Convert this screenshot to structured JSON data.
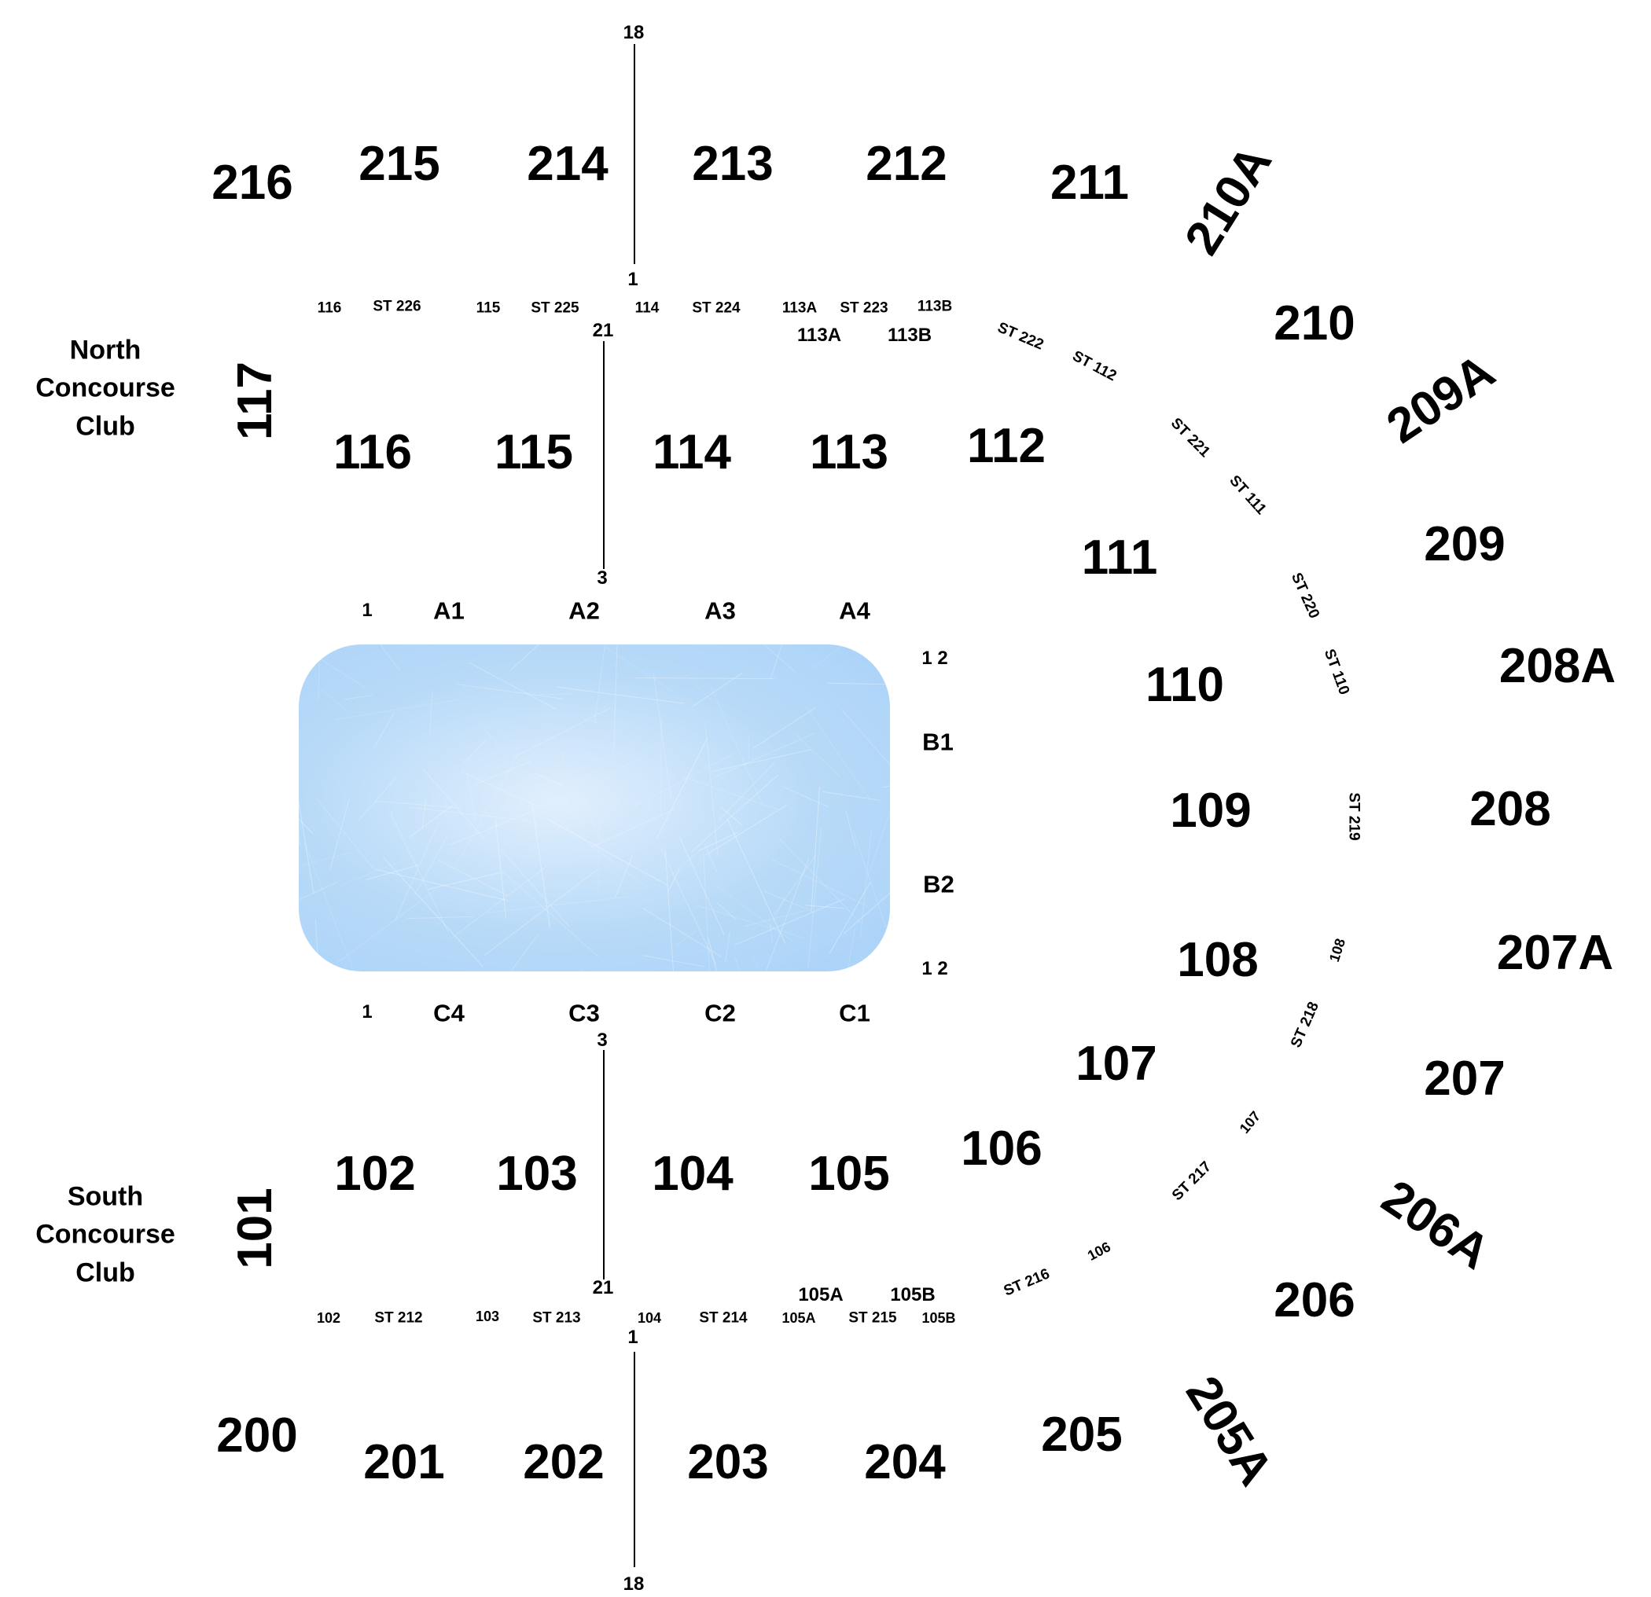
{
  "rink": {
    "name": "ice rink surface"
  },
  "sections": {
    "s216": "216",
    "s215": "215",
    "s214": "214",
    "s213": "213",
    "s212": "212",
    "s211": "211",
    "s210A": "210A",
    "s210": "210",
    "s209A": "209A",
    "s209": "209",
    "s208A": "208A",
    "s208": "208",
    "s207A": "207A",
    "s207": "207",
    "s206A": "206A",
    "s206": "206",
    "s205A": "205A",
    "s205": "205",
    "s204": "204",
    "s203": "203",
    "s202": "202",
    "s201": "201",
    "s200": "200",
    "s117": "117",
    "s116": "116",
    "s115": "115",
    "s114": "114",
    "s113": "113",
    "s112": "112",
    "s111": "111",
    "s110": "110",
    "s109": "109",
    "s108": "108",
    "s107": "107",
    "s106": "106",
    "s105": "105",
    "s104": "104",
    "s103": "103",
    "s102": "102",
    "s101": "101"
  },
  "concourse": {
    "north": "North Concourse Club",
    "south": "South Concourse Club"
  },
  "rows": {
    "a1": "A1",
    "a2": "A2",
    "a3": "A3",
    "a4": "A4",
    "b1": "B1",
    "b2": "B2",
    "c1": "C1",
    "c2": "C2",
    "c3": "C3",
    "c4": "C4"
  },
  "row_numbers": {
    "top_left": "1",
    "bottom_left": "1",
    "top_right": "1 2",
    "bottom_right": "1 2"
  },
  "aisle_marks": {
    "top_upper_18": "18",
    "top_upper_1": "1",
    "top_lower_21": "21",
    "top_lower_3": "3",
    "bottom_lower_3": "3",
    "bottom_lower_21": "21",
    "bottom_upper_1": "1",
    "bottom_upper_18": "18"
  },
  "stairs": {
    "n116": "116",
    "st226": "ST 226",
    "n115": "115",
    "st225": "ST 225",
    "n114": "114",
    "st224": "ST 224",
    "n113A": "113A",
    "st223": "ST 223",
    "n113B": "113B",
    "v113A": "113A",
    "v113B": "113B",
    "st222": "ST 222",
    "st112": "ST 112",
    "st221": "ST 221",
    "st111": "ST 111",
    "st220": "ST 220",
    "st110": "ST 110",
    "st219": "ST 219",
    "n108": "108",
    "st218": "ST 218",
    "n107": "107",
    "st217": "ST 217",
    "n106": "106",
    "st216": "ST 216",
    "v105A": "105A",
    "v105B": "105B",
    "n102": "102",
    "st212": "ST 212",
    "n103": "103",
    "st213": "ST 213",
    "n104": "104",
    "st214": "ST 214",
    "n105A": "105A",
    "st215": "ST 215",
    "n105B": "105B"
  },
  "colors": {
    "ice_light": "#e1effd",
    "ice_dark": "#a9d2f8",
    "text": "#000000"
  }
}
